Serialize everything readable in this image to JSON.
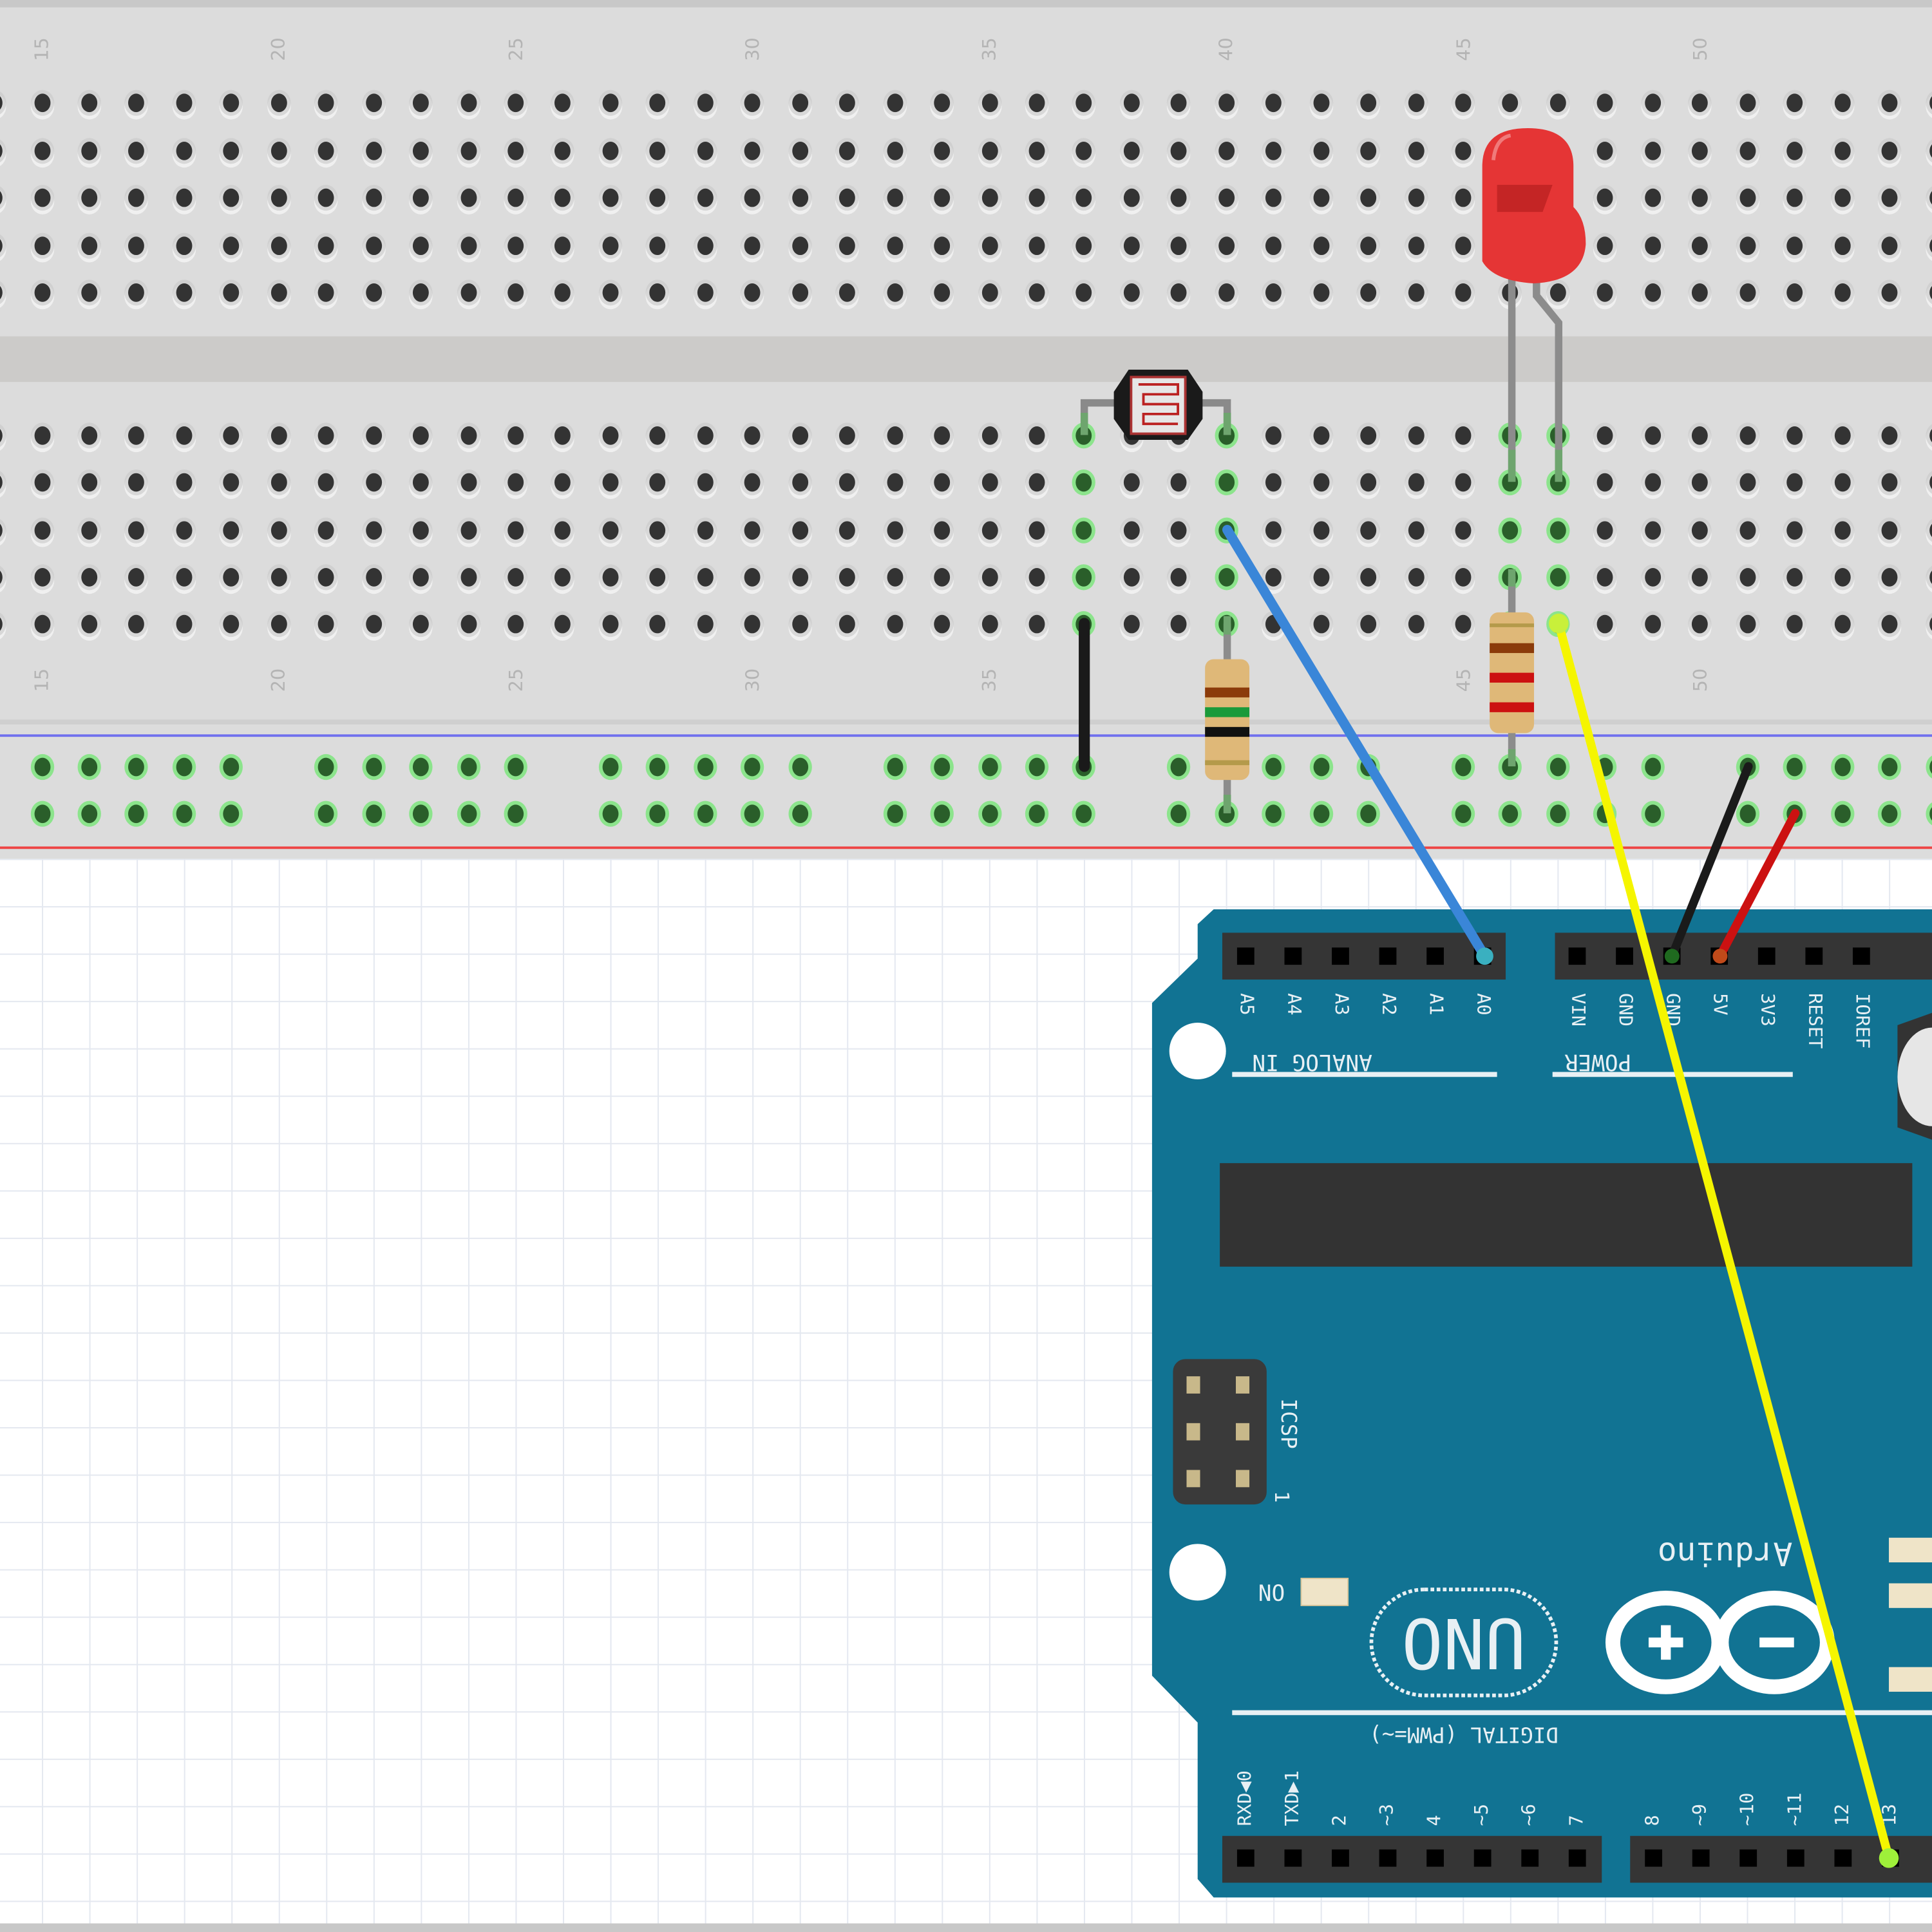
{
  "breadboard": {
    "column_labels": [
      "15",
      "20",
      "25",
      "30",
      "35",
      "40",
      "45",
      "50"
    ],
    "colors": {
      "body": "#dcdcdc",
      "hole": "#333333",
      "connected_hole": "#2a5e2a",
      "rail_negative": "#7070ee",
      "rail_positive": "#ee4444"
    }
  },
  "components": {
    "led": {
      "name": "Red LED",
      "color": "#e8262a"
    },
    "photoresistor": {
      "name": "Photocell (LDR)"
    },
    "resistor_ldr": {
      "name": "Resistor",
      "bands": [
        "#8b3b0a",
        "#1a9a3a",
        "#111111"
      ]
    },
    "resistor_led": {
      "name": "Resistor",
      "bands": [
        "#8b3b0a",
        "#cc1111",
        "#cc1111"
      ]
    }
  },
  "wires": [
    {
      "name": "ground-jumper",
      "color": "#1a1a1a"
    },
    {
      "name": "analog-a0-wire",
      "color": "#3a86d8"
    },
    {
      "name": "digital-13-wire",
      "color": "#f5f500"
    },
    {
      "name": "gnd-wire",
      "color": "#1a1a1a"
    },
    {
      "name": "5v-wire",
      "color": "#cc1111"
    }
  ],
  "arduino": {
    "board_color": "#117393",
    "analog_pins": [
      "A5",
      "A4",
      "A3",
      "A2",
      "A1",
      "A0"
    ],
    "analog_header_label": "ANALOG IN",
    "power_pins": [
      "VIN",
      "GND",
      "GND",
      "5V",
      "3V3",
      "RESET",
      "IOREF"
    ],
    "power_header_label": "POWER",
    "digital_pins_low": [
      "RXD◀0",
      "TXD▶1",
      "2",
      "~3",
      "4",
      "~5",
      "~6",
      "7"
    ],
    "digital_pins_high": [
      "8",
      "~9",
      "~10",
      "~11",
      "12",
      "13"
    ],
    "digital_header_label": "DIGITAL (PWM=~)",
    "icsp_label": "ICSP",
    "icsp_pin1": "1",
    "on_label": "ON",
    "model_label": "UNO",
    "brand_label": "Arduino"
  }
}
